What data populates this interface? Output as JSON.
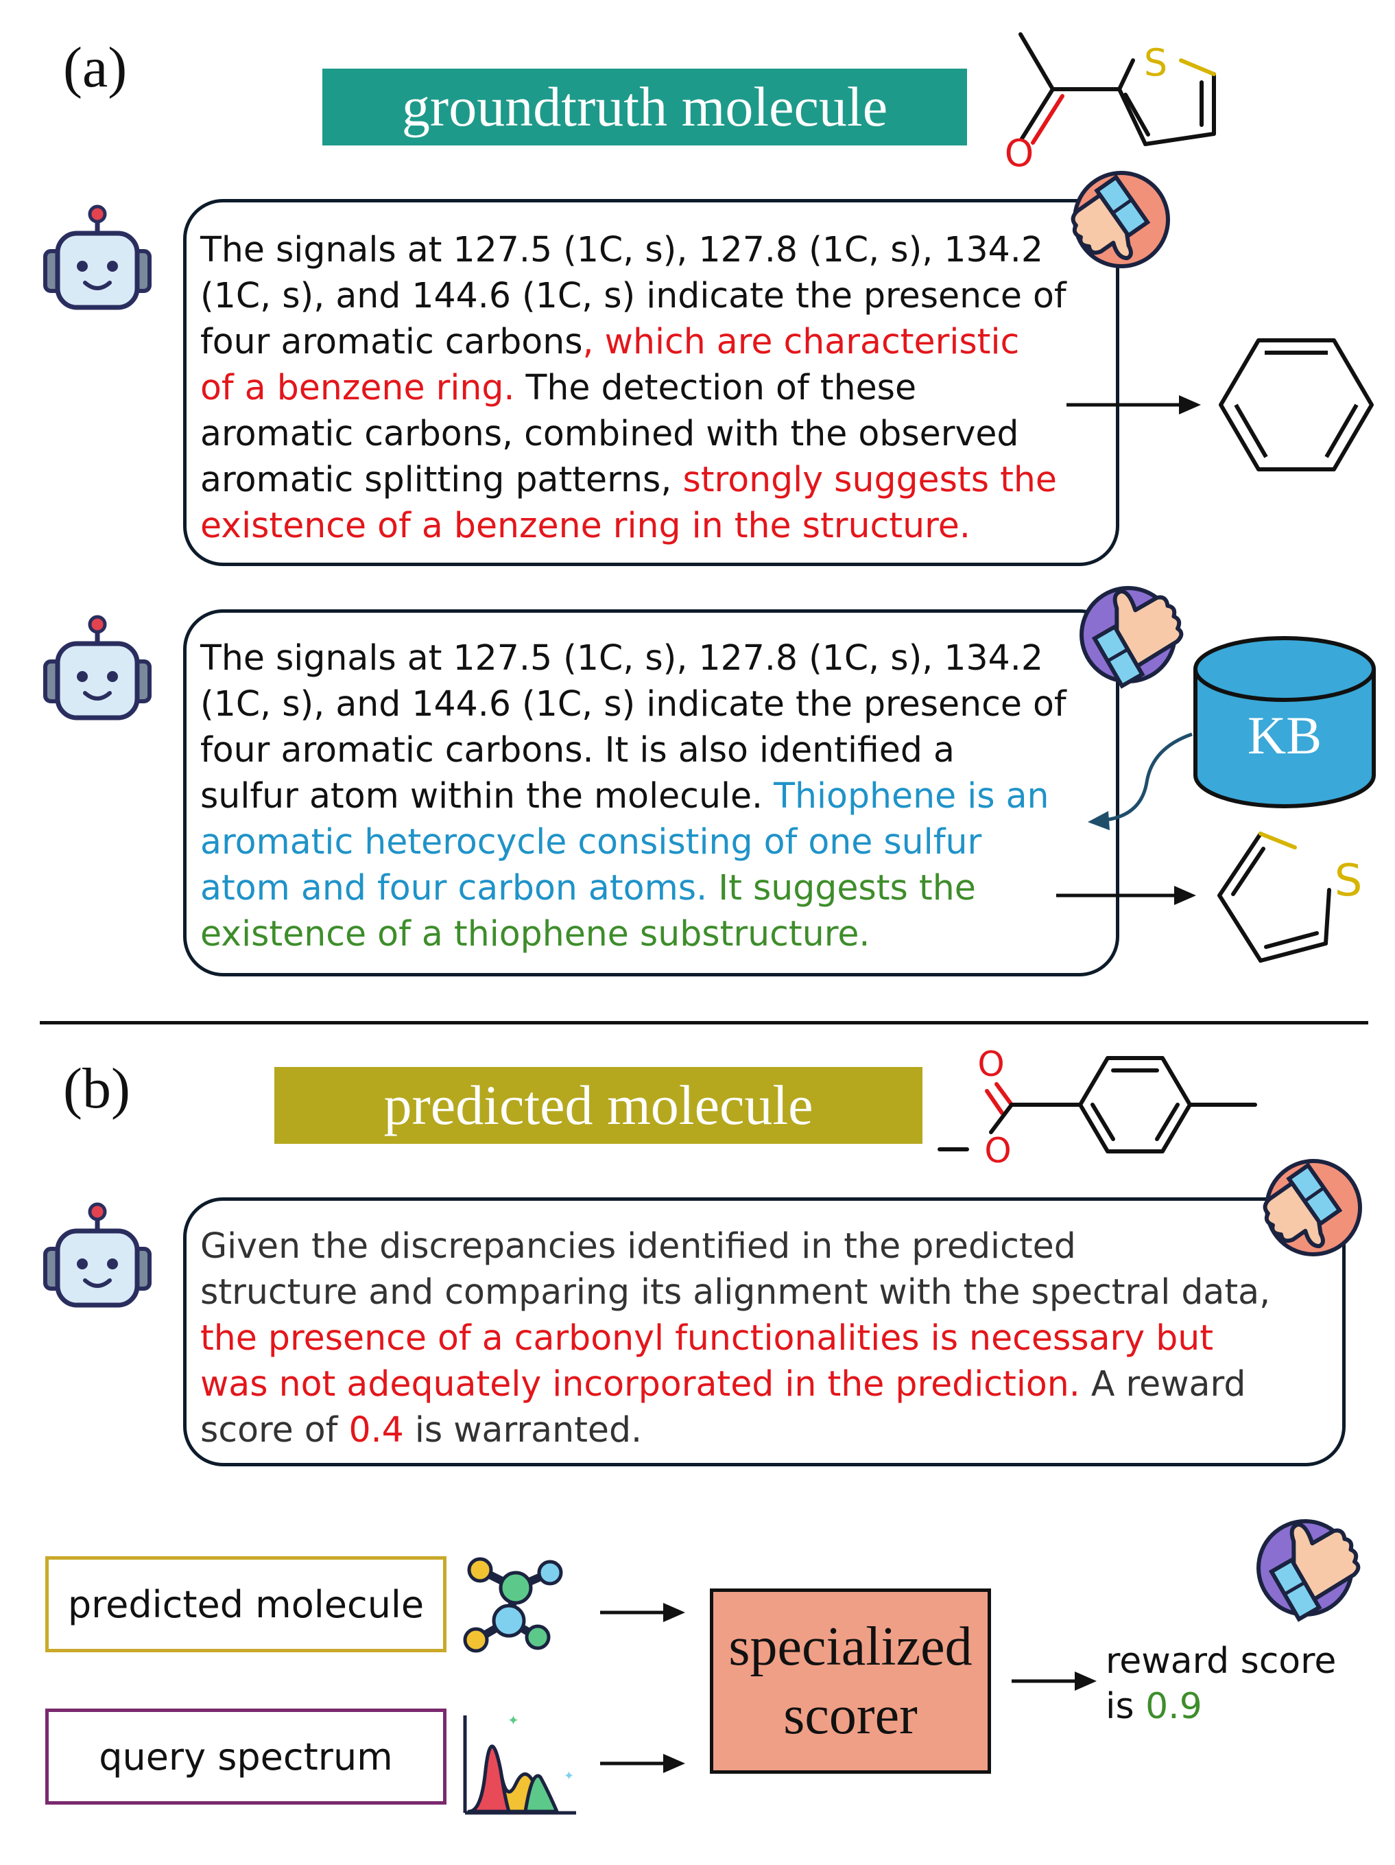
{
  "panel_a": {
    "label": "(a)",
    "title": "groundtruth molecule",
    "title_color": "#1e9a8a",
    "bubble1": {
      "line1": "The signals at 127.5 (1C, s), 127.8 (1C, s), 134.2",
      "line2": "(1C, s), and 144.6 (1C, s) indicate the presence of",
      "line3a": "four aromatic carbons",
      "line3b": ", which are characteristic",
      "line4a": "of a benzene ring.",
      "line4b": " The detection of these",
      "line5": "aromatic carbons, combined with the observed",
      "line6a": "aromatic splitting patterns, ",
      "line6b": "strongly suggests the",
      "line7": "existence of a benzene ring in the structure."
    },
    "bubble2": {
      "line1": "The signals at 127.5 (1C, s), 127.8 (1C, s), 134.2",
      "line2": "(1C, s), and 144.6 (1C, s) indicate the presence of",
      "line3": "four aromatic carbons. It is also identified a",
      "line4a": "sulfur atom within the molecule. ",
      "line4b": "Thiophene is an",
      "line5": "aromatic heterocycle consisting of one sulfur",
      "line6a": "atom and four carbon atoms.",
      "line6b": " It suggests the",
      "line7": "existence of a thiophene substructure."
    },
    "kb_label": "KB",
    "kb_color": "#3aa8d8",
    "atom_s": "S",
    "atom_o": "O"
  },
  "panel_b": {
    "label": "(b)",
    "title": "predicted molecule",
    "title_color": "#b5a81e",
    "bubble": {
      "line1": "Given the discrepancies identified in the predicted",
      "line2": "structure and comparing its alignment with the spectral data,",
      "line3": "the presence of a carbonyl functionalities is necessary but",
      "line4a": "was not adequately incorporated in the prediction.",
      "line4b": " A reward",
      "line5a": "score of ",
      "line5b": "0.4",
      "line5c": " is warranted."
    },
    "input1": "predicted molecule",
    "input1_color": "#c9a92a",
    "input2": "query spectrum",
    "input2_color": "#7a2a6e",
    "scorer_line1": "specialized",
    "scorer_line2": "scorer",
    "scorer_color": "#ef9f86",
    "reward_line1": "reward score",
    "reward_line2a": "is ",
    "reward_line2b": "0.9"
  },
  "colors": {
    "red_text": "#e3161b",
    "blue_text": "#1f93c8",
    "green_text": "#3e8d2b",
    "thumbs_down_bg": "#f2917a",
    "thumbs_up_bg": "#8a6fd1"
  },
  "icons": [
    "robot-icon",
    "thumbs-down-icon",
    "thumbs-up-icon",
    "database-icon",
    "molecule-icon",
    "spectrum-icon"
  ]
}
